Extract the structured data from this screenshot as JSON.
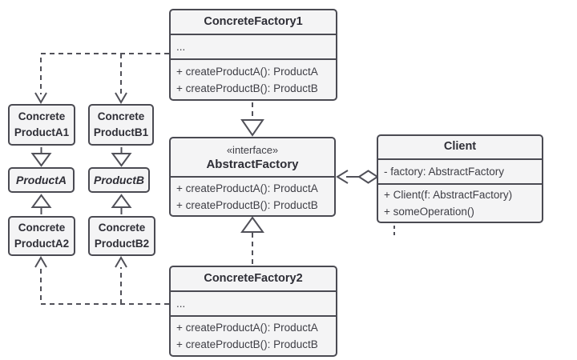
{
  "colors": {
    "background": "#ffffff",
    "box_fill": "#f4f4f5",
    "box_border": "#4a4a52",
    "connector": "#515159",
    "title_text": "#2e2e36",
    "body_text": "#3e3e45"
  },
  "classes": {
    "concrete_factory_1": {
      "name": "ConcreteFactory1",
      "fields_placeholder": "...",
      "methods": [
        "+ createProductA(): ProductA",
        "+ createProductB(): ProductB"
      ]
    },
    "abstract_factory": {
      "stereotype": "«interface»",
      "name": "AbstractFactory",
      "methods": [
        "+ createProductA(): ProductA",
        "+ createProductB(): ProductB"
      ]
    },
    "concrete_factory_2": {
      "name": "ConcreteFactory2",
      "fields_placeholder": "...",
      "methods": [
        "+ createProductA(): ProductA",
        "+ createProductB(): ProductB"
      ]
    },
    "client": {
      "name": "Client",
      "attributes": [
        "- factory: AbstractFactory"
      ],
      "methods": [
        "+ Client(f: AbstractFactory)",
        "+ someOperation()"
      ]
    },
    "concrete_product_a1": {
      "name_line1": "Concrete",
      "name_line2": "ProductA1"
    },
    "concrete_product_b1": {
      "name_line1": "Concrete",
      "name_line2": "ProductB1"
    },
    "product_a": {
      "name": "ProductA"
    },
    "product_b": {
      "name": "ProductB"
    },
    "concrete_product_a2": {
      "name_line1": "Concrete",
      "name_line2": "ProductA2"
    },
    "concrete_product_b2": {
      "name_line1": "Concrete",
      "name_line2": "ProductB2"
    }
  }
}
